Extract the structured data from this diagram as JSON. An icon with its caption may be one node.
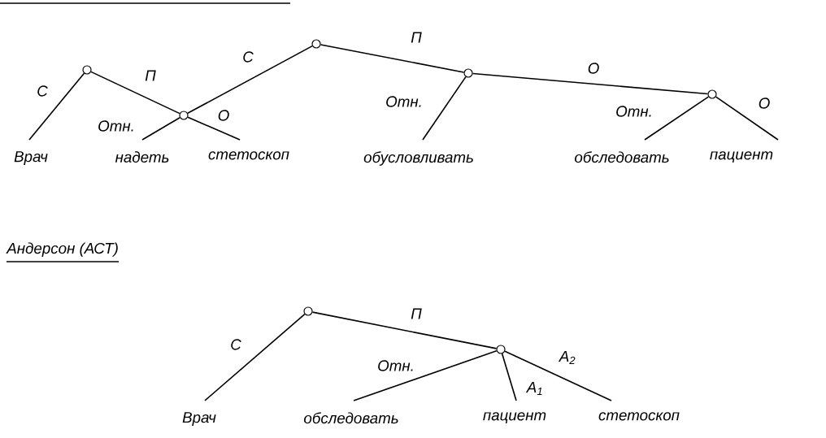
{
  "diagram": {
    "nodes": [
      {
        "text": [],
        "shape": "circle"
      },
      {
        "text": [],
        "shape": "circle"
      },
      {
        "text": [],
        "shape": "circle"
      },
      {
        "text": [],
        "shape": "circle"
      },
      {
        "text": [],
        "shape": "circle"
      },
      {
        "text": [
          "Врач"
        ]
      },
      {
        "text": [
          "надеть"
        ]
      },
      {
        "text": [
          "стетоскоп"
        ]
      },
      {
        "text": [
          "обусловливать"
        ]
      },
      {
        "text": [
          "обследовать"
        ]
      },
      {
        "text": [
          "пациент"
        ]
      },
      {
        "text": [],
        "shape": "circle"
      },
      {
        "text": [],
        "shape": "circle"
      },
      {
        "text": [
          "Врач"
        ]
      },
      {
        "text": [
          "обследовать"
        ]
      },
      {
        "text": [
          "пациент"
        ]
      },
      {
        "text": [
          "стетоскоп"
        ]
      }
    ],
    "edges": [
      {
        "from": 0,
        "to": 5,
        "arrow": "none",
        "label": "С"
      },
      {
        "from": 0,
        "to": 1,
        "arrow": "none",
        "label": "П"
      },
      {
        "from": 2,
        "to": 1,
        "arrow": "none",
        "label": "С"
      },
      {
        "from": 1,
        "to": 6,
        "arrow": "none",
        "label": "Отн."
      },
      {
        "from": 1,
        "to": 7,
        "arrow": "none",
        "label": "О"
      },
      {
        "from": 2,
        "to": 3,
        "arrow": "none",
        "label": "П"
      },
      {
        "from": 3,
        "to": 8,
        "arrow": "none",
        "label": "Отн."
      },
      {
        "from": 3,
        "to": 4,
        "arrow": "none",
        "label": "О"
      },
      {
        "from": 4,
        "to": 9,
        "arrow": "none",
        "label": "Отн."
      },
      {
        "from": 4,
        "to": 10,
        "arrow": "none",
        "label": "О"
      },
      {
        "from": 11,
        "to": 13,
        "arrow": "none",
        "label": "С"
      },
      {
        "from": 11,
        "to": 12,
        "arrow": "none",
        "label": "П"
      },
      {
        "from": 12,
        "to": 14,
        "arrow": "none",
        "label": "Отн."
      },
      {
        "from": 12,
        "to": 15,
        "arrow": "none",
        "label": "A$_{1}$"
      },
      {
        "from": 12,
        "to": 16,
        "arrow": "none",
        "label": "A$_{2}$"
      }
    ],
    "labels": [
      "Андерсон (АСТ)"
    ]
  }
}
